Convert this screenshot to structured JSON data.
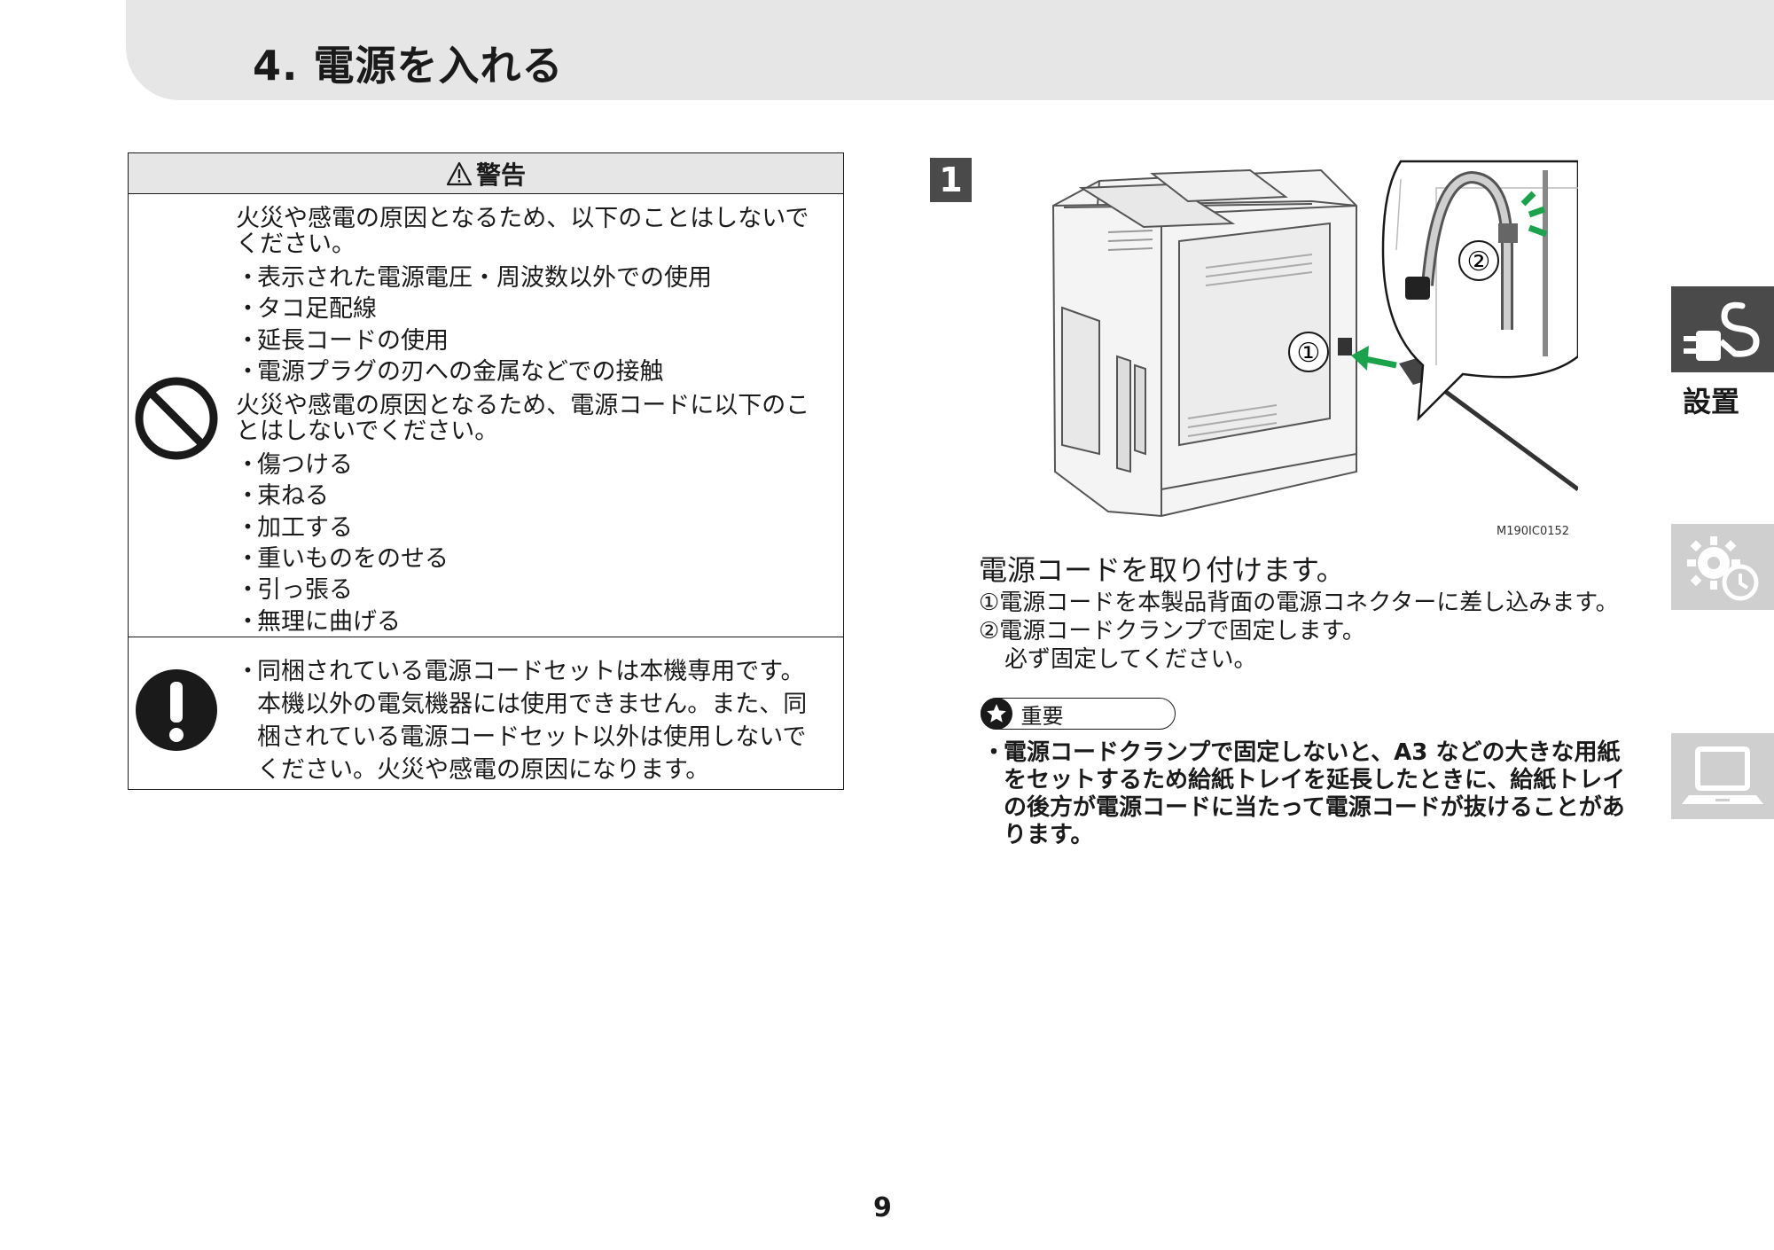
{
  "header": {
    "title": "4. 電源を入れる"
  },
  "warning": {
    "heading": "警告",
    "row1": {
      "intro1": "火災や感電の原因となるため、以下のことはしないでください。",
      "items1": [
        "表示された電源電圧・周波数以外での使用",
        "タコ足配線",
        "延長コードの使用",
        "電源プラグの刃への金属などでの接触"
      ],
      "intro2": "火災や感電の原因となるため、電源コードに以下のことはしないでください。",
      "items2": [
        "傷つける",
        "束ねる",
        "加工する",
        "重いものをのせる",
        "引っ張る",
        "無理に曲げる"
      ]
    },
    "row2": {
      "text": "同梱されている電源コードセットは本機専用です。本機以外の電気機器には使用できません。また、同梱されている電源コードセット以外は使用しないでください。火災や感電の原因になります。"
    }
  },
  "step": {
    "number": "1",
    "figure_code": "M190IC0152",
    "callout1": "①",
    "callout2": "②",
    "title": "電源コードを取り付けます。",
    "line1": "①電源コードを本製品背面の電源コネクターに差し込みます。",
    "line2": "②電源コードクランプで固定します。",
    "line3": "必ず固定してください。"
  },
  "important": {
    "label": "重要",
    "bullet": "・",
    "text": "電源コードクランプで固定しないと、A3 などの大きな用紙をセットするため給紙トレイを延長したときに、給紙トレイの後方が電源コードに当たって電源コードが抜けることがあります。"
  },
  "side_tabs": {
    "setup_label": "設置"
  },
  "page_number": "9",
  "colors": {
    "accent_green": "#1aa34a",
    "tab_dark": "#4a4a4a",
    "tab_light": "#cfcfcf",
    "header_gray": "#e6e6e6"
  }
}
